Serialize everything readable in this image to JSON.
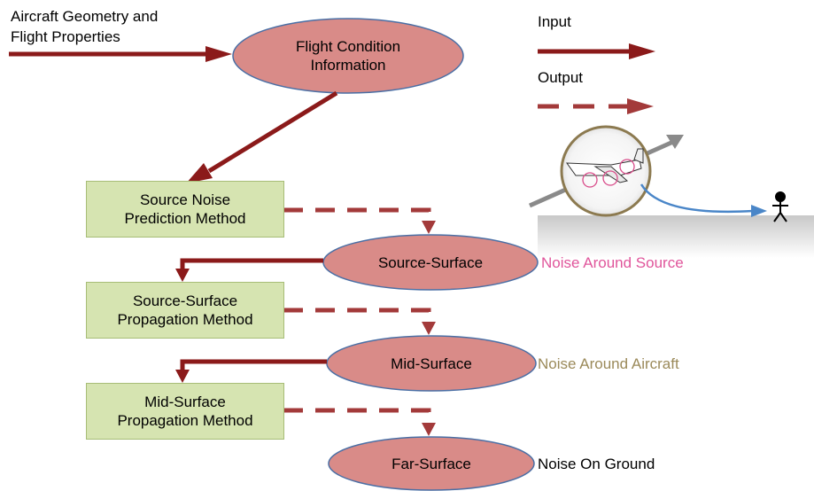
{
  "inputs": {
    "aircraft_label_line1": "Aircraft Geometry and",
    "aircraft_label_line2": "Flight Properties"
  },
  "nodes": {
    "flight_condition_line1": "Flight Condition",
    "flight_condition_line2": "Information",
    "source_noise_line1": "Source Noise",
    "source_noise_line2": "Prediction Method",
    "source_surface": "Source-Surface",
    "source_surface_prop_line1": "Source-Surface",
    "source_surface_prop_line2": "Propagation Method",
    "mid_surface": "Mid-Surface",
    "mid_surface_prop_line1": "Mid-Surface",
    "mid_surface_prop_line2": "Propagation Method",
    "far_surface": "Far-Surface"
  },
  "annotations": {
    "noise_around_source": "Noise Around Source",
    "noise_around_aircraft": "Noise Around Aircraft",
    "noise_on_ground": "Noise On Ground"
  },
  "legend": {
    "input_label": "Input",
    "output_label": "Output"
  },
  "colors": {
    "arrow": "#8b1a1a",
    "dashed_arrow": "#a33a3a",
    "ellipse_fill": "#d98b88",
    "ellipse_stroke": "#4a6fa5",
    "box_fill": "#d6e4b1",
    "box_stroke": "#a7bd77",
    "noise_source_color": "#e0559b",
    "noise_aircraft_color": "#9b8a5a",
    "propagation_path": "#4a86c8"
  },
  "icons": {
    "aircraft": "aircraft-illustration",
    "observer": "person-icon"
  }
}
